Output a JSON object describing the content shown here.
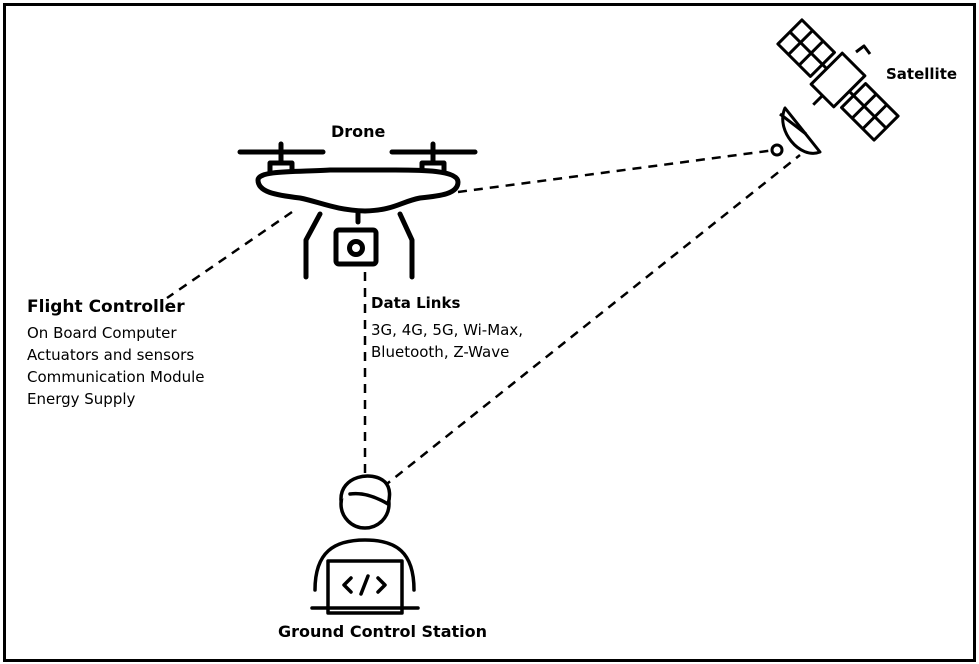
{
  "labels": {
    "drone": "Drone",
    "satellite": "Satellite",
    "ground_station": "Ground Control Station"
  },
  "flight_controller": {
    "title": "Flight Controller",
    "items": [
      "On Board Computer",
      "Actuators and sensors",
      "Communication Module",
      "Energy Supply"
    ]
  },
  "data_links": {
    "title": "Data Links",
    "lines": [
      "3G, 4G, 5G, Wi-Max,",
      "Bluetooth, Z-Wave"
    ]
  },
  "icons": {
    "drone": "drone-icon",
    "satellite": "satellite-icon",
    "ground_station": "developer-laptop-icon",
    "camera": "camera-icon"
  },
  "colors": {
    "stroke": "#000000",
    "background": "#ffffff"
  }
}
